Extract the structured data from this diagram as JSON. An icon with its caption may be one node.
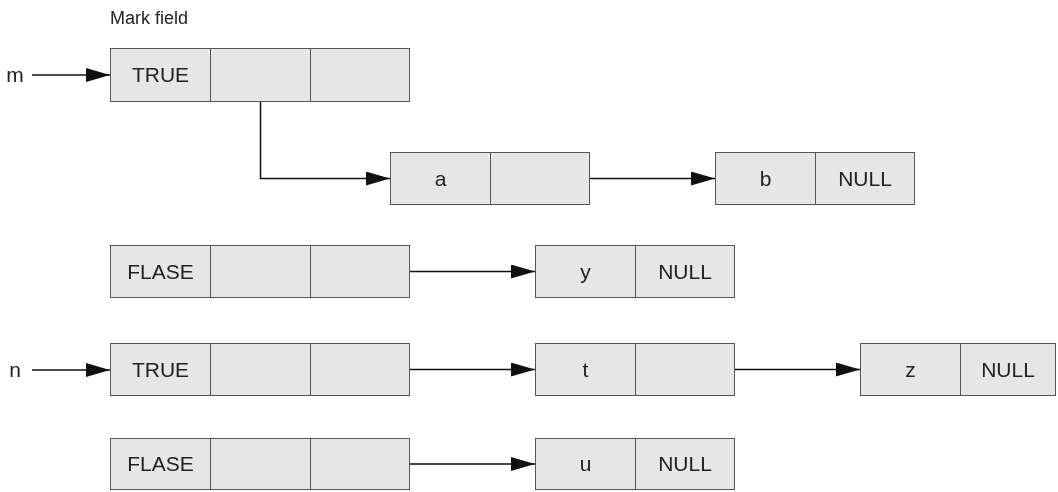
{
  "diagram": {
    "nodes": [
      {
        "text": [
          "m"
        ]
      },
      {
        "text": [
          "TRUE"
        ],
        "beside": [
          "Mark field"
        ]
      },
      {
        "text": [],
        "shape": "box"
      },
      {
        "text": [],
        "shape": "box"
      },
      {
        "text": [
          "a"
        ]
      },
      {
        "text": [],
        "shape": "box"
      },
      {
        "text": [
          "b"
        ]
      },
      {
        "text": [
          "NULL"
        ]
      },
      {
        "text": [
          "FLASE"
        ]
      },
      {
        "text": [],
        "shape": "box"
      },
      {
        "text": [],
        "shape": "box"
      },
      {
        "text": [
          "y"
        ]
      },
      {
        "text": [
          "NULL"
        ]
      },
      {
        "text": [
          "n"
        ]
      },
      {
        "text": [
          "TRUE"
        ]
      },
      {
        "text": [],
        "shape": "box"
      },
      {
        "text": [],
        "shape": "box"
      },
      {
        "text": [
          "t"
        ]
      },
      {
        "text": [],
        "shape": "box"
      },
      {
        "text": [
          "z"
        ]
      },
      {
        "text": [
          "NULL"
        ]
      },
      {
        "text": [
          "FLASE"
        ]
      },
      {
        "text": [],
        "shape": "box"
      },
      {
        "text": [],
        "shape": "box"
      },
      {
        "text": [
          "u"
        ]
      },
      {
        "text": [
          "NULL"
        ]
      }
    ],
    "edges": [
      {
        "from": 0,
        "to": 1,
        "arrow": "to"
      },
      {
        "from": 2,
        "to": 4,
        "arrow": "to"
      },
      {
        "from": 5,
        "to": 6,
        "arrow": "to"
      },
      {
        "from": 10,
        "to": 11,
        "arrow": "to"
      },
      {
        "from": 13,
        "to": 14,
        "arrow": "to"
      },
      {
        "from": 16,
        "to": 17,
        "arrow": "to"
      },
      {
        "from": 18,
        "to": 19,
        "arrow": "to"
      },
      {
        "from": 23,
        "to": 24,
        "arrow": "to"
      }
    ]
  }
}
